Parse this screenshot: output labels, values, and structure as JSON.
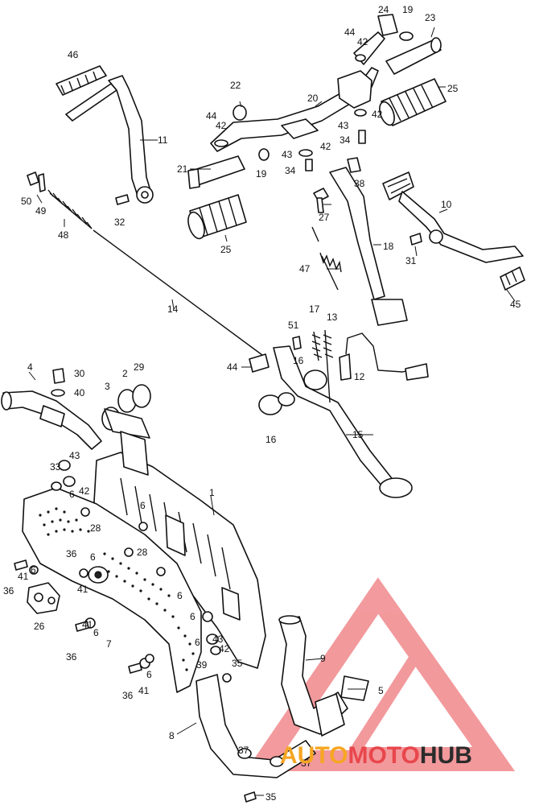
{
  "callouts": {
    "p1": "1",
    "p2": "2",
    "p3": "3",
    "p4": "4",
    "p5": "5",
    "p6": "6",
    "p7": "7",
    "p8": "8",
    "p9": "9",
    "p10": "10",
    "p11": "11",
    "p12": "12",
    "p13": "13",
    "p14": "14",
    "p15": "15",
    "p16": "16",
    "p17": "17",
    "p18": "18",
    "p19": "19",
    "p20": "20",
    "p21": "21",
    "p22": "22",
    "p23": "23",
    "p24": "24",
    "p25": "25",
    "p26": "26",
    "p27": "27",
    "p28": "28",
    "p29": "29",
    "p30": "30",
    "p31": "31",
    "p32": "32",
    "p33": "33",
    "p34": "34",
    "p35": "35",
    "p36": "36",
    "p37": "37",
    "p38": "38",
    "p39": "39",
    "p40": "40",
    "p41": "41",
    "p42": "42",
    "p43": "43",
    "p44": "44",
    "p45": "45",
    "p46": "46",
    "p47": "47",
    "p48": "48",
    "p49": "49",
    "p50": "50",
    "p51": "51"
  },
  "watermark": {
    "text_auto": "AUTO",
    "text_moto": "MOTO",
    "text_hub": "HUB",
    "color_auto": "#f6a623",
    "color_moto": "#e8474c",
    "color_hub": "#2b2b2b",
    "logo_color": "#e8474c"
  }
}
